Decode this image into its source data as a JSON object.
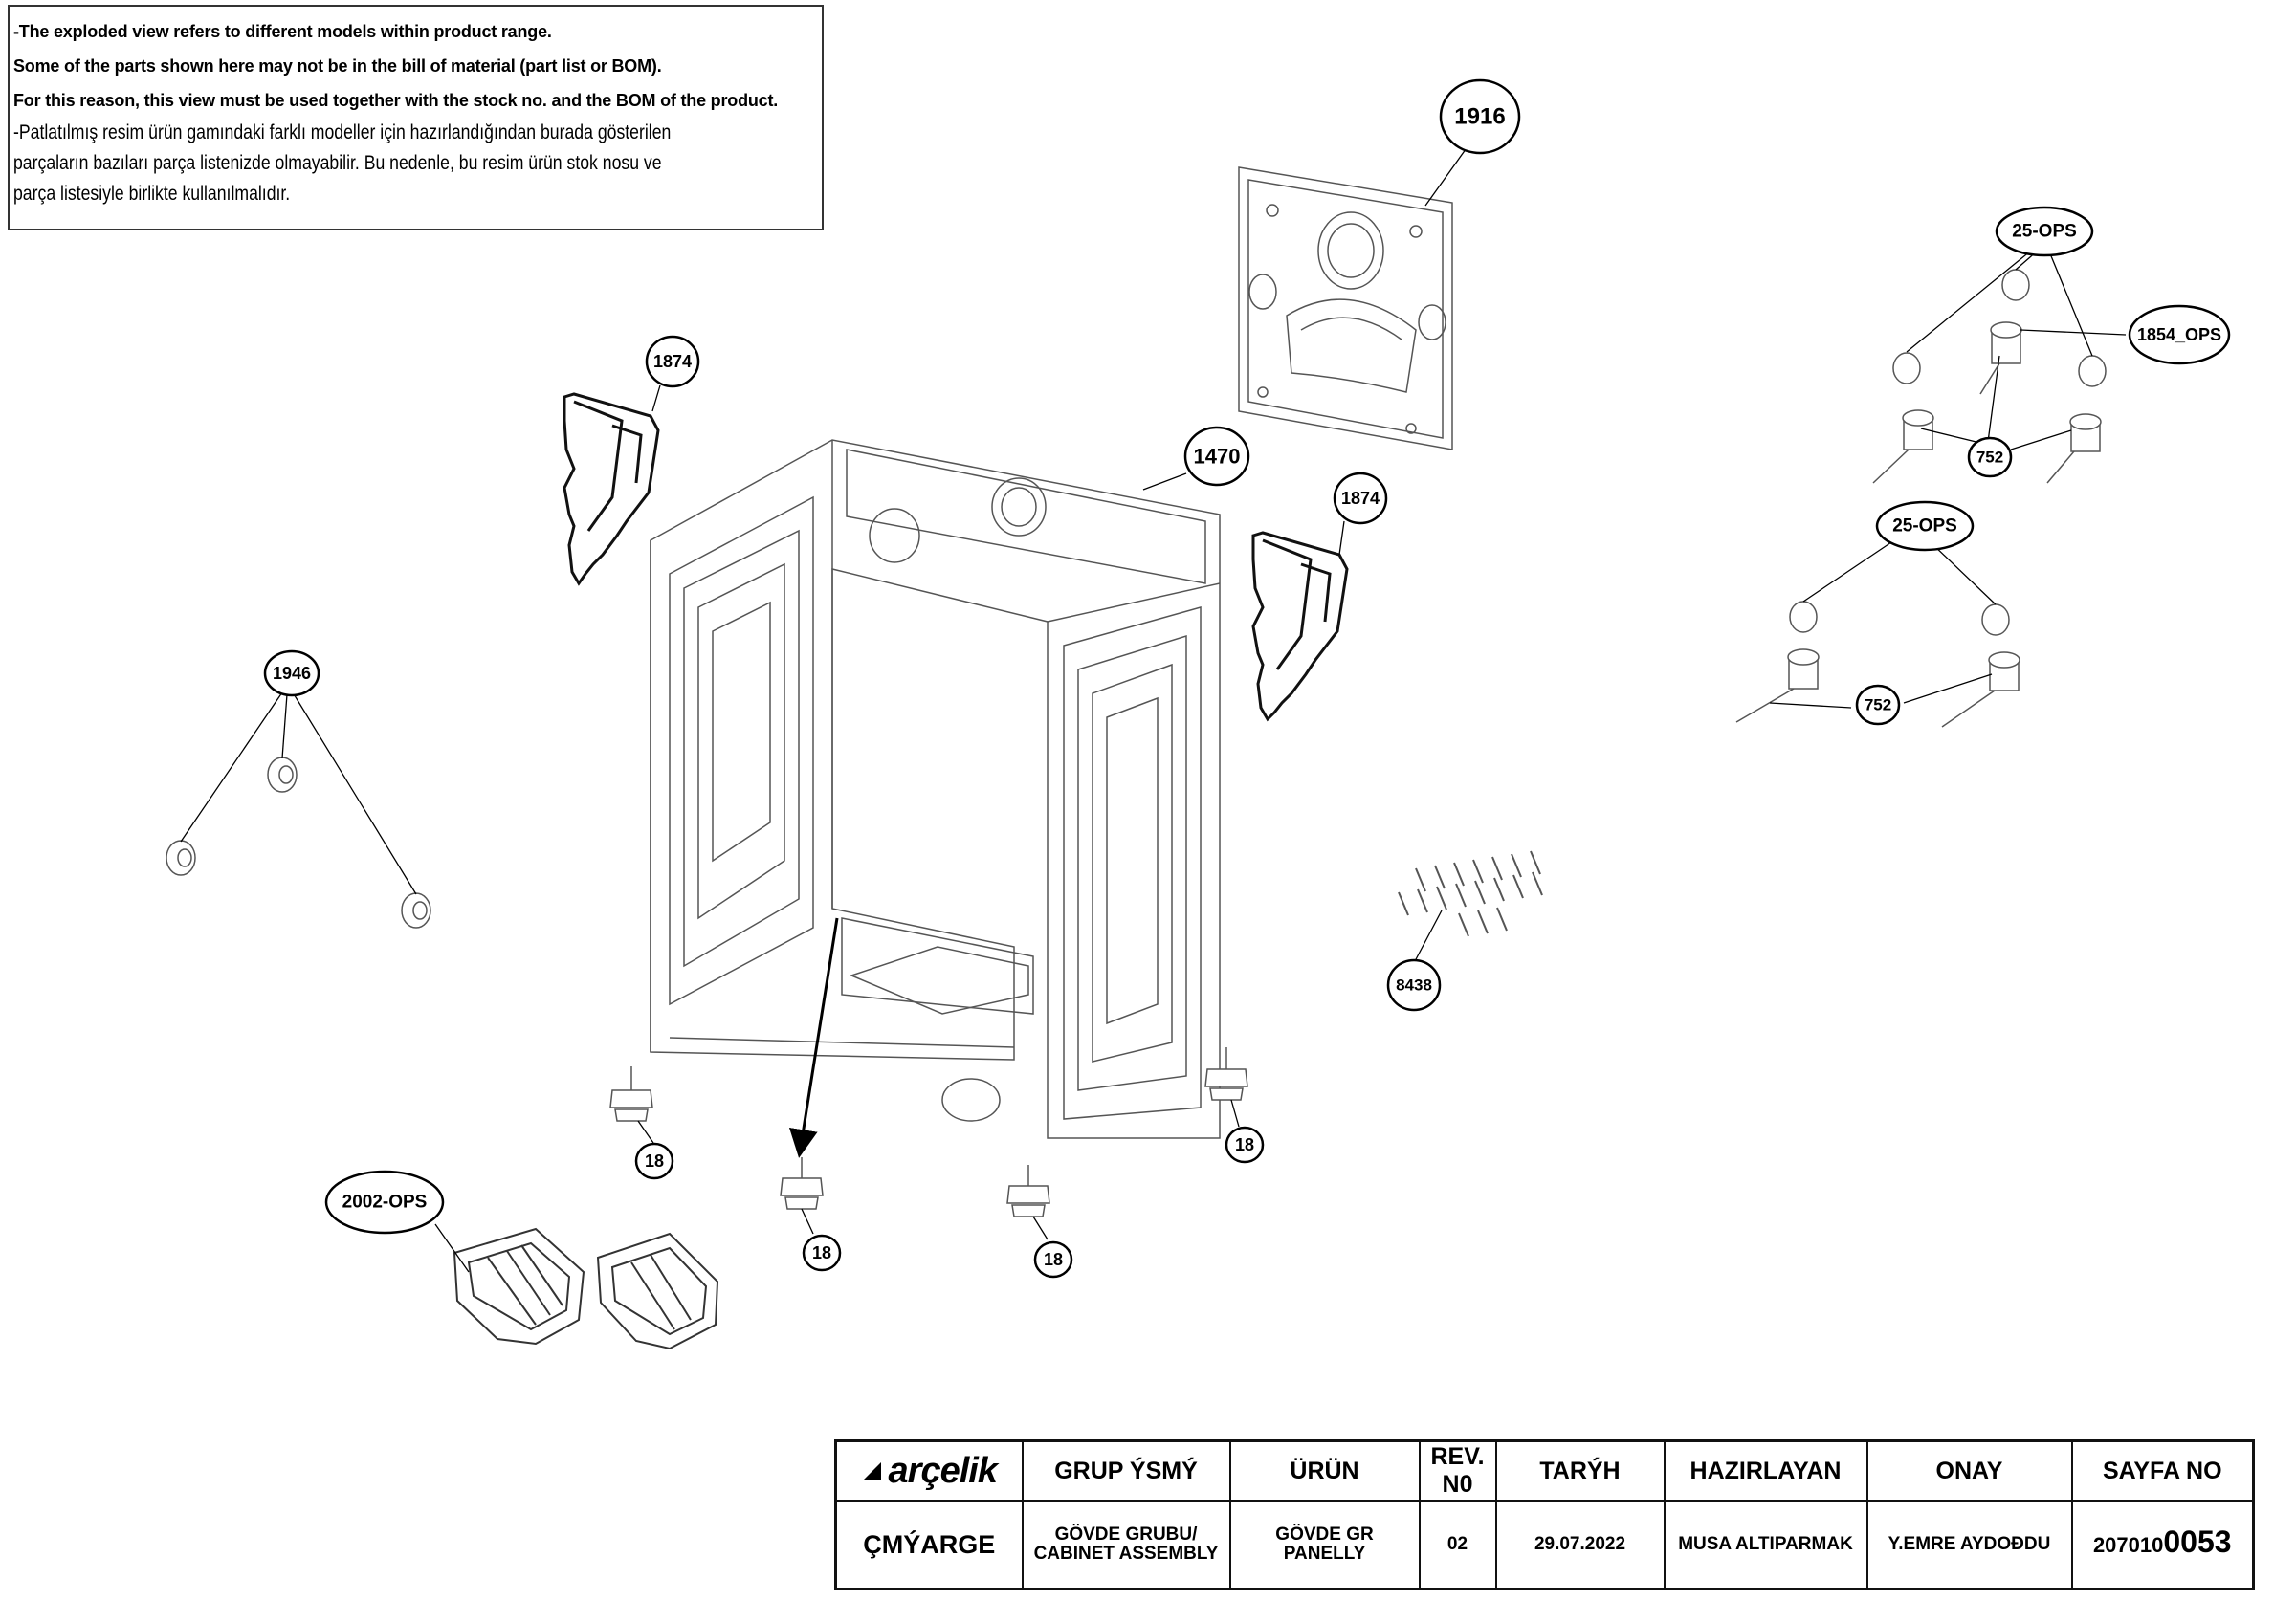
{
  "notice": {
    "en_lines": [
      "-The exploded view refers to different models within product range.",
      "Some of the parts shown here may not be in the bill of material (part list or BOM).",
      "For this reason, this view must be used together with the stock no. and the BOM of the product."
    ],
    "tr_lines": [
      "-Patlatılmış resim ürün gamındaki farklı modeller için hazırlandığından burada gösterilen",
      "parçaların bazıları parça listenizde olmayabilir. Bu nedenle, bu resim ürün stok nosu ve",
      "parça listesiyle birlikte kullanılmalıdır."
    ]
  },
  "callouts": {
    "c1916": "1916",
    "c1874a": "1874",
    "c1470": "1470",
    "c1874b": "1874",
    "c1946": "1946",
    "c25opsA": "25-OPS",
    "c1854ops": "1854_OPS",
    "c752a": "752",
    "c25opsB": "25-OPS",
    "c752b": "752",
    "c8438": "8438",
    "c18a": "18",
    "c18b": "18",
    "c18c": "18",
    "c18d": "18",
    "c2002ops": "2002-OPS"
  },
  "title_block": {
    "logo": "arçelik",
    "headers": {
      "group": "GRUP ÝSMÝ",
      "product": "ÜRÜN",
      "rev_line1": "REV.",
      "rev_line2": "N0",
      "date": "TARÝH",
      "prepared": "HAZIRLAYAN",
      "approval": "ONAY",
      "page": "SAYFA NO"
    },
    "values": {
      "division": "ÇMÝARGE",
      "group_line1": "GÖVDE GRUBU/",
      "group_line2": "CABINET ASSEMBLY",
      "product_line1": "GÖVDE GR",
      "product_line2": "PANELLY",
      "rev": "02",
      "date": "29.07.2022",
      "prepared": "MUSA ALTIPARMAK",
      "approval": "Y.EMRE AYDOÐDU",
      "page_prefix": "207010",
      "page_suffix": "0053"
    }
  },
  "colors": {
    "line": "#000000",
    "frame": "#111111",
    "part_stroke": "#555555"
  }
}
